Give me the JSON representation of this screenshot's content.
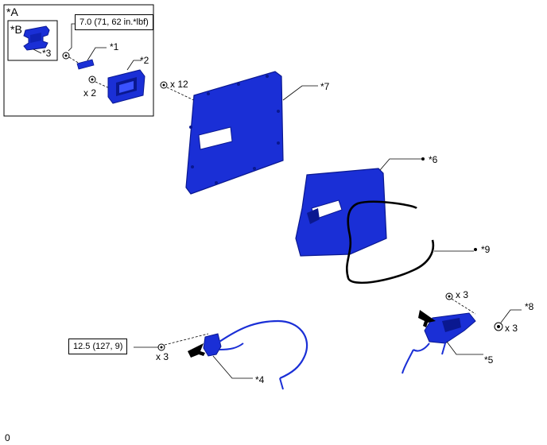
{
  "inset": {
    "outer_label": "*A",
    "inner_label": "*B",
    "inner_part_callout": "*3",
    "torque_spec": "7.0 (71, 62 in.*lbf)",
    "callout_1": "*1",
    "callout_2": "*2",
    "screw_qty": "x 2"
  },
  "callouts": {
    "panel_screw_qty": "x 12",
    "panel": "*7",
    "cover": "*6",
    "cable": "*9",
    "bolt_qty_5": "x 3",
    "lock_assembly": "*5",
    "clip": "*8",
    "clip_qty": "x 3",
    "bolt_qty_4": "x 3",
    "handle_assembly": "*4",
    "torque_spec_4": "12.5 (127, 9)"
  },
  "footer": {
    "page_number": "0"
  },
  "colors": {
    "part_fill": "#1a2fd6",
    "part_dark": "#0a1890",
    "line": "#000000"
  }
}
